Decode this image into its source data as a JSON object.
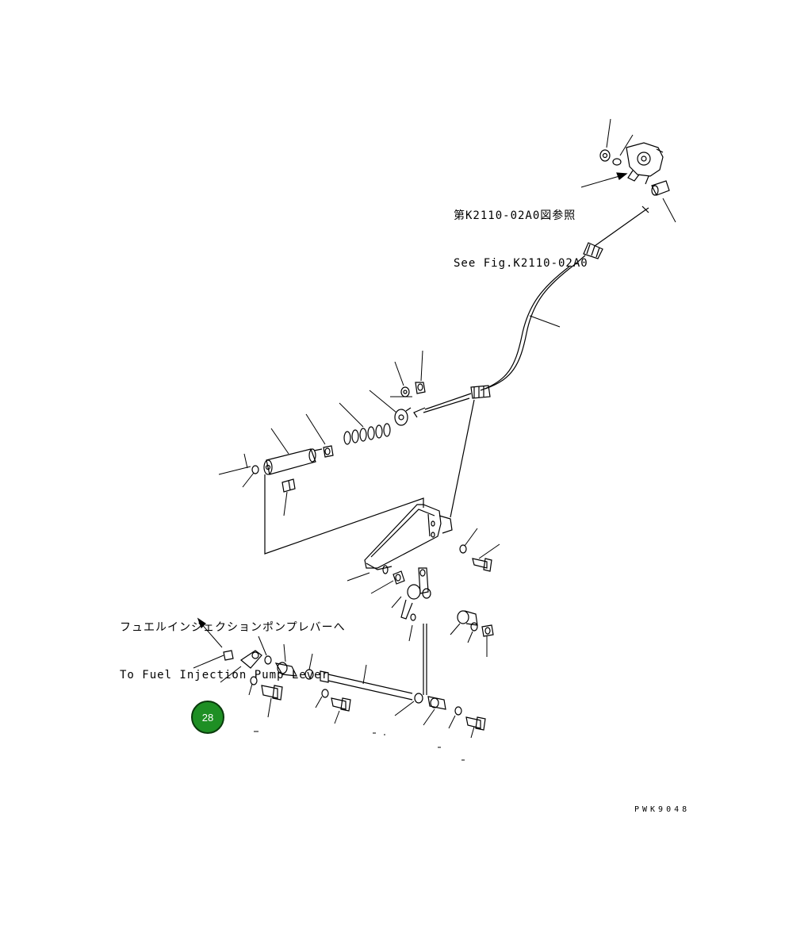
{
  "figure": {
    "callouts": {
      "reference_jp": "第K2110-02A0図参照",
      "reference_en": "See Fig.K2110-02A0",
      "pump_lever_jp": "フュエルインジェクションポンプレバーへ",
      "pump_lever_en": "To Fuel Injection Pump Lever"
    },
    "drawing_code": "PWK9048",
    "page_badge": {
      "label": "28",
      "color": "#1e8f24"
    }
  }
}
